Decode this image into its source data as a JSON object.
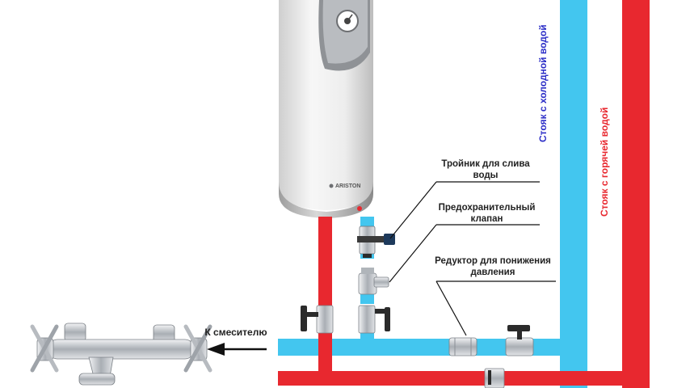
{
  "labels": {
    "cold_riser": "Стояк с холодной водой",
    "hot_riser": "Стояк с горячей водой",
    "tee_drain": "Тройник для слива воды",
    "safety_valve": "Предохранительный клапан",
    "pressure_reducer": "Редуктор для понижения давления",
    "to_mixer": "К смесителю",
    "brand": "ARISTON"
  },
  "colors": {
    "cold_pipe": "#43c6ef",
    "hot_pipe": "#e8282f",
    "cold_text": "#2c2ec7",
    "hot_text": "#e8282f",
    "heater_body": "#ececec",
    "valve_dark": "#2b2b2b",
    "chrome": "#c9cdd2"
  },
  "icons": [
    "water-heater-icon",
    "thermostat-dial-icon",
    "ball-valve-icon",
    "tee-fitting-icon",
    "safety-valve-icon",
    "pressure-reducer-icon",
    "shower-mixer-icon",
    "arrow-left-icon"
  ]
}
